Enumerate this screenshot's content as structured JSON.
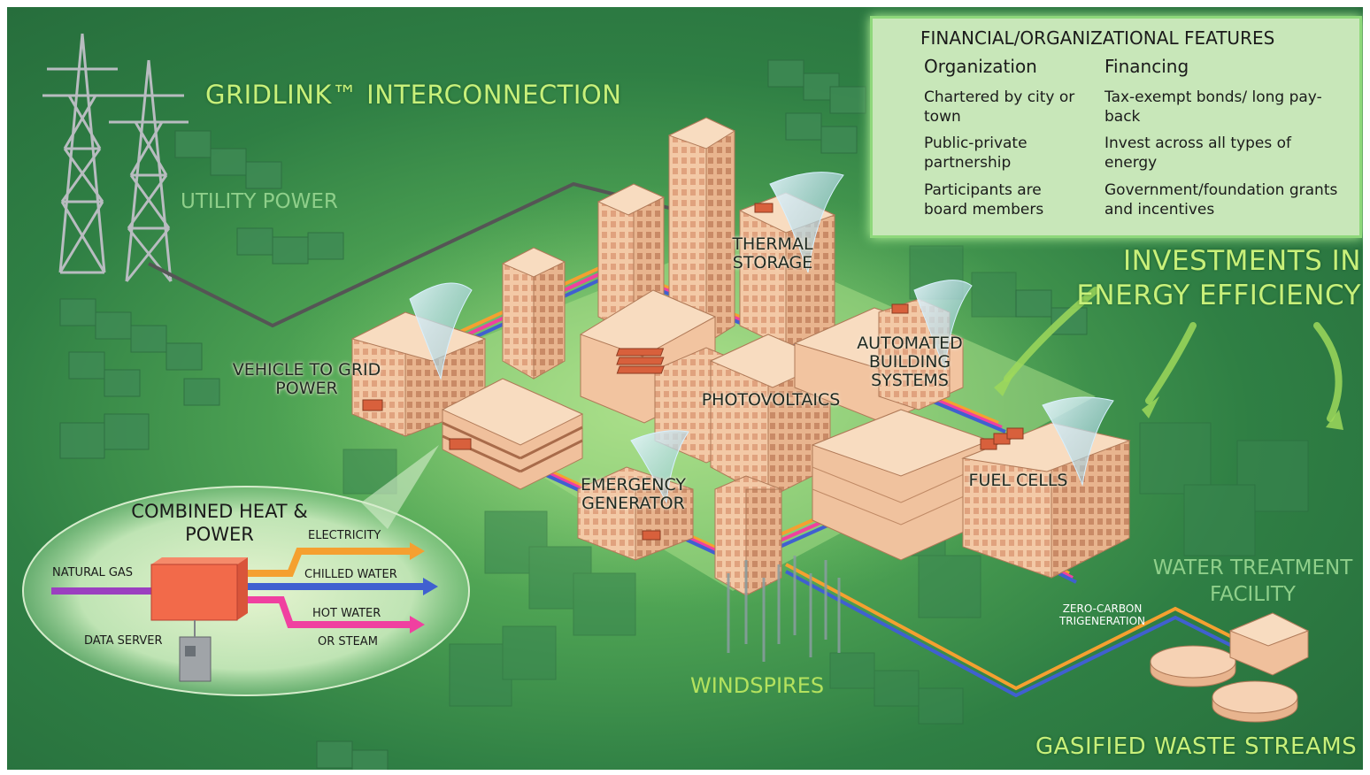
{
  "labels": {
    "gridlink": "GRIDLINK™ INTERCONNECTION",
    "utility_power": "UTILITY POWER",
    "thermal_storage": "THERMAL STORAGE",
    "vehicle_to_grid": "VEHICLE TO GRID POWER",
    "photovoltaics": "PHOTOVOLTAICS",
    "automated_building": "AUTOMATED BUILDING SYSTEMS",
    "emergency_generator": "EMERGENCY GENERATOR",
    "fuel_cells": "FUEL CELLS",
    "investments": "INVESTMENTS IN ENERGY EFFICIENCY",
    "water_treatment": "WATER TREATMENT FACILITY",
    "zero_carbon": "ZERO-CARBON TRIGENERATION",
    "windspires": "WINDSPIRES",
    "gasified_waste": "GASIFIED WASTE STREAMS"
  },
  "chp": {
    "title": "COMBINED HEAT & POWER",
    "natural_gas": "NATURAL GAS",
    "data_server": "DATA SERVER",
    "electricity": "ELECTRICITY",
    "chilled_water": "CHILLED WATER",
    "hot_water": "HOT WATER",
    "or_steam": "OR STEAM"
  },
  "financial": {
    "title": "FINANCIAL/ORGANIZATIONAL FEATURES",
    "col1_header": "Organization",
    "col2_header": "Financing",
    "rows": [
      {
        "organization": "Chartered by city or town",
        "financing": "Tax-exempt bonds/ long pay-back"
      },
      {
        "organization": "Public-private partnership",
        "financing": "Invest across all types of energy"
      },
      {
        "organization": "Participants are board members",
        "financing": "Government/foundation grants and incentives"
      }
    ]
  },
  "colors": {
    "background": "#2f7f44",
    "title_green": "#c8f07a",
    "panel_bg": "#c8e7b9",
    "building": "#f3c9a6",
    "electricity": "#f5a030",
    "chilled_water": "#4060d0",
    "hot_water": "#f040a0",
    "natural_gas": "#9b3fc0",
    "chp_unit": "#f26a4a"
  }
}
